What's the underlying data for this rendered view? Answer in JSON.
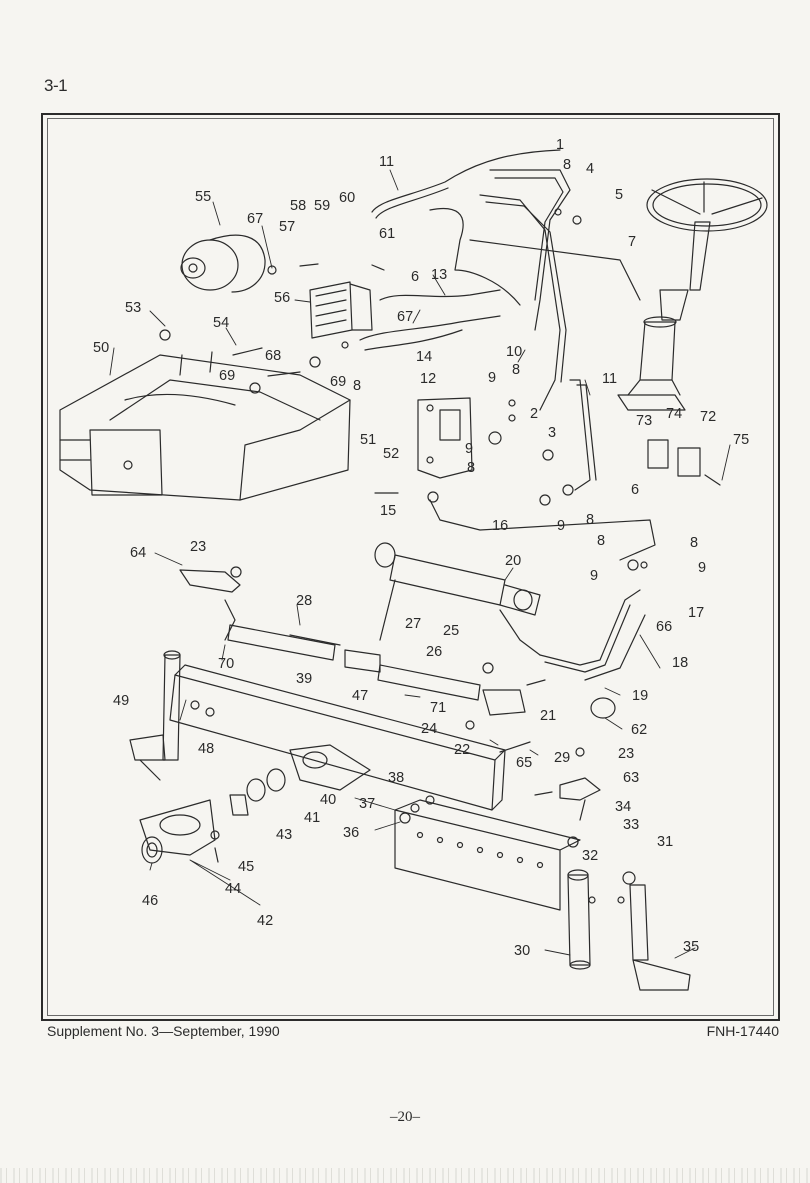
{
  "header": {
    "section_number": "3-1"
  },
  "diagram": {
    "callouts": [
      {
        "id": "c1",
        "label": "1"
      },
      {
        "id": "c2",
        "label": "2"
      },
      {
        "id": "c3",
        "label": "3"
      },
      {
        "id": "c4",
        "label": "4"
      },
      {
        "id": "c5",
        "label": "5"
      },
      {
        "id": "c6a",
        "label": "6"
      },
      {
        "id": "c6b",
        "label": "6"
      },
      {
        "id": "c7",
        "label": "7"
      },
      {
        "id": "c8a",
        "label": "8"
      },
      {
        "id": "c8b",
        "label": "8"
      },
      {
        "id": "c8c",
        "label": "8"
      },
      {
        "id": "c8d",
        "label": "8"
      },
      {
        "id": "c8e",
        "label": "8"
      },
      {
        "id": "c8f",
        "label": "8"
      },
      {
        "id": "c8g",
        "label": "8"
      },
      {
        "id": "c9a",
        "label": "9"
      },
      {
        "id": "c9b",
        "label": "9"
      },
      {
        "id": "c9c",
        "label": "9"
      },
      {
        "id": "c9d",
        "label": "9"
      },
      {
        "id": "c9e",
        "label": "9"
      },
      {
        "id": "c10",
        "label": "10"
      },
      {
        "id": "c11a",
        "label": "11"
      },
      {
        "id": "c11b",
        "label": "11"
      },
      {
        "id": "c12",
        "label": "12"
      },
      {
        "id": "c13",
        "label": "13"
      },
      {
        "id": "c14",
        "label": "14"
      },
      {
        "id": "c15",
        "label": "15"
      },
      {
        "id": "c16",
        "label": "16"
      },
      {
        "id": "c17",
        "label": "17"
      },
      {
        "id": "c18",
        "label": "18"
      },
      {
        "id": "c19",
        "label": "19"
      },
      {
        "id": "c20",
        "label": "20"
      },
      {
        "id": "c21",
        "label": "21"
      },
      {
        "id": "c22",
        "label": "22"
      },
      {
        "id": "c23a",
        "label": "23"
      },
      {
        "id": "c23b",
        "label": "23"
      },
      {
        "id": "c24",
        "label": "24"
      },
      {
        "id": "c25",
        "label": "25"
      },
      {
        "id": "c26",
        "label": "26"
      },
      {
        "id": "c27",
        "label": "27"
      },
      {
        "id": "c28",
        "label": "28"
      },
      {
        "id": "c29",
        "label": "29"
      },
      {
        "id": "c30",
        "label": "30"
      },
      {
        "id": "c31",
        "label": "31"
      },
      {
        "id": "c32",
        "label": "32"
      },
      {
        "id": "c33",
        "label": "33"
      },
      {
        "id": "c34",
        "label": "34"
      },
      {
        "id": "c35",
        "label": "35"
      },
      {
        "id": "c36",
        "label": "36"
      },
      {
        "id": "c37",
        "label": "37"
      },
      {
        "id": "c38",
        "label": "38"
      },
      {
        "id": "c39",
        "label": "39"
      },
      {
        "id": "c40",
        "label": "40"
      },
      {
        "id": "c41",
        "label": "41"
      },
      {
        "id": "c42",
        "label": "42"
      },
      {
        "id": "c43",
        "label": "43"
      },
      {
        "id": "c44",
        "label": "44"
      },
      {
        "id": "c45",
        "label": "45"
      },
      {
        "id": "c46",
        "label": "46"
      },
      {
        "id": "c47",
        "label": "47"
      },
      {
        "id": "c48",
        "label": "48"
      },
      {
        "id": "c49",
        "label": "49"
      },
      {
        "id": "c50",
        "label": "50"
      },
      {
        "id": "c51",
        "label": "51"
      },
      {
        "id": "c52",
        "label": "52"
      },
      {
        "id": "c53",
        "label": "53"
      },
      {
        "id": "c54",
        "label": "54"
      },
      {
        "id": "c55",
        "label": "55"
      },
      {
        "id": "c56",
        "label": "56"
      },
      {
        "id": "c57",
        "label": "57"
      },
      {
        "id": "c58",
        "label": "58"
      },
      {
        "id": "c59",
        "label": "59"
      },
      {
        "id": "c60",
        "label": "60"
      },
      {
        "id": "c61",
        "label": "61"
      },
      {
        "id": "c62",
        "label": "62"
      },
      {
        "id": "c63",
        "label": "63"
      },
      {
        "id": "c64",
        "label": "64"
      },
      {
        "id": "c65",
        "label": "65"
      },
      {
        "id": "c66",
        "label": "66"
      },
      {
        "id": "c67a",
        "label": "67"
      },
      {
        "id": "c67b",
        "label": "67"
      },
      {
        "id": "c68",
        "label": "68"
      },
      {
        "id": "c69a",
        "label": "69"
      },
      {
        "id": "c69b",
        "label": "69"
      },
      {
        "id": "c70",
        "label": "70"
      },
      {
        "id": "c71",
        "label": "71"
      },
      {
        "id": "c72",
        "label": "72"
      },
      {
        "id": "c73",
        "label": "73"
      },
      {
        "id": "c74",
        "label": "74"
      },
      {
        "id": "c75",
        "label": "75"
      }
    ]
  },
  "footer": {
    "supplement": "Supplement  No. 3—September, 1990",
    "doc_code": "FNH-17440",
    "page_number": "–20–"
  }
}
